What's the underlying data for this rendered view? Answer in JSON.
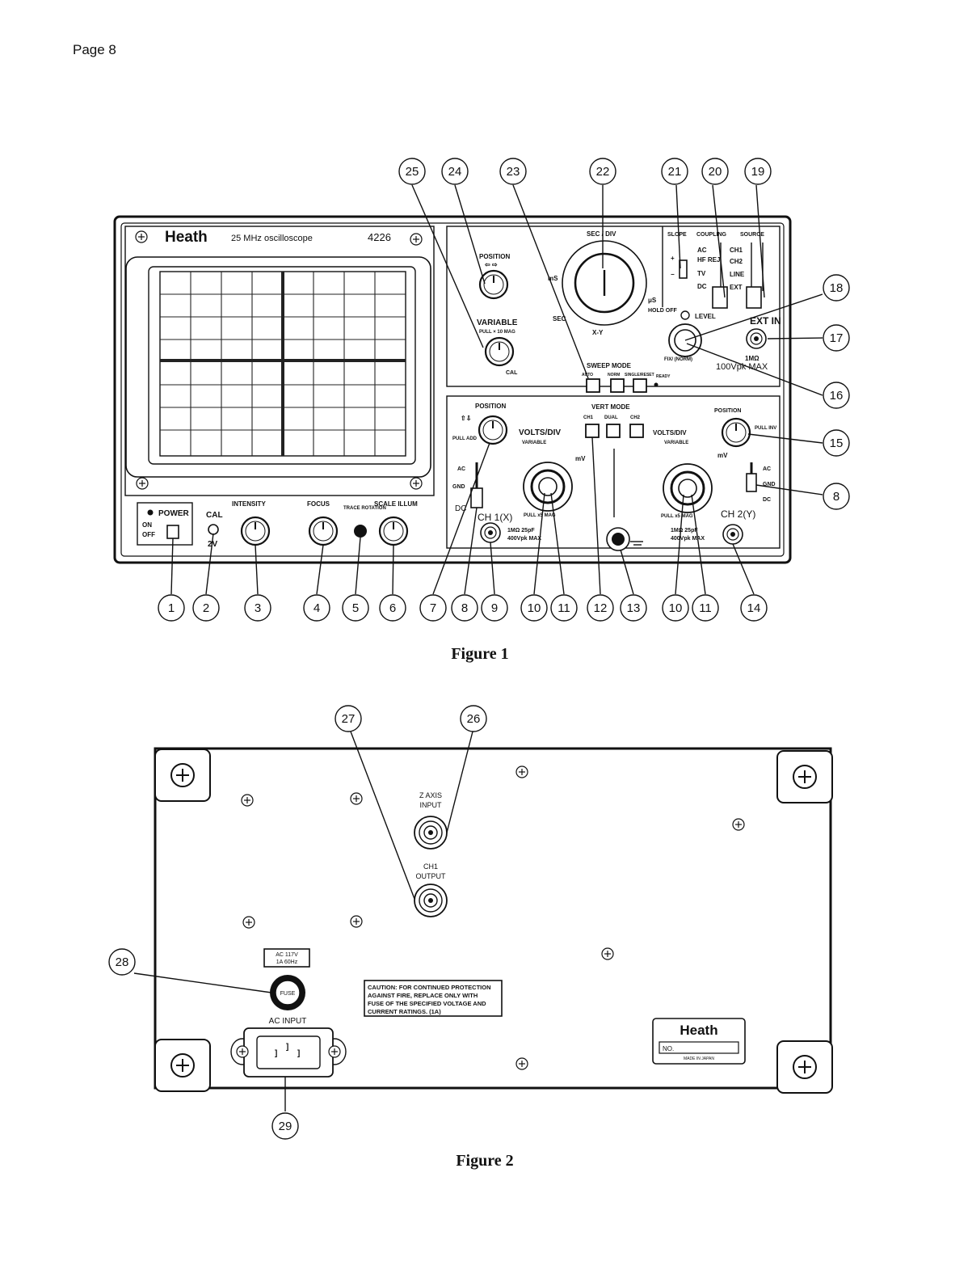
{
  "page": {
    "header": "Page 8"
  },
  "figure1": {
    "caption": "Figure 1",
    "front_panel": {
      "brand": "Heath",
      "model_desc": "25 MHz oscilloscope",
      "model_number": "4226",
      "power_label": "POWER",
      "power_on": "ON",
      "power_off": "OFF",
      "cal_label": "CAL",
      "cal_value": "2V",
      "intensity_label": "INTENSITY",
      "focus_label": "FOCUS",
      "trace_rotation_label": "TRACE ROTATION",
      "scale_illum_label": "SCALE ILLUM",
      "position_label": "POSITION",
      "variable_label": "VARIABLE",
      "pull_mag_label": "PULL × 10 MAG",
      "cal_knob_label": "CAL",
      "sec_div_label": "SEC / DIV",
      "ms_label": "mS",
      "us_label": "μS",
      "sec_label": "SEC",
      "xy_label": "X-Y",
      "sweep_mode_label": "SWEEP MODE",
      "sweep_auto": "AUTO",
      "sweep_norm": "NORM",
      "sweep_single": "SINGLE/RESET",
      "ready_label": "READY",
      "slope_label": "SLOPE",
      "coupling_label": "COUPLING",
      "source_label": "SOURCE",
      "coupling_options": [
        "AC",
        "HF REJ",
        "TV",
        "DC"
      ],
      "source_options": [
        "CH1",
        "CH2",
        "LINE",
        "EXT"
      ],
      "holdoff_label": "HOLD OFF",
      "level_label": "LEVEL",
      "fix_norm_label": "FIX/ (NORM)",
      "ext_in_label": "EXT IN",
      "ext_in_spec_1": "1MΩ",
      "ext_in_spec_2": "100Vpk MAX",
      "vert_mode_label": "VERT MODE",
      "vert_ch1": "CH1",
      "vert_dual": "DUAL",
      "vert_ch2": "CH2",
      "ch1_position_label": "POSITION",
      "pull_add_label": "PULL ADD",
      "volts_div_label": "VOLTS/DIV",
      "volts_variable_label": "VARIABLE",
      "pull_x5_mag": "PULL x5 MAG",
      "coupling_ac": "AC",
      "coupling_gnd": "GND",
      "coupling_dc": "DC",
      "ch1_label": "CH 1(X)",
      "ch1_spec_1": "1MΩ 25pF",
      "ch1_spec_2": "400Vpk MAX",
      "ch2_position_label": "POSITION",
      "pull_inv_label": "PULL INV",
      "ch2_label": "CH 2(Y)",
      "ch2_spec_1": "1MΩ 25pF",
      "ch2_spec_2": "400Vpk MAX",
      "mv_label": "mV"
    },
    "callouts_top": [
      "25",
      "24",
      "23",
      "22",
      "21",
      "20",
      "19"
    ],
    "callouts_right": [
      "18",
      "17",
      "16",
      "15",
      "8"
    ],
    "callouts_bottom": [
      "1",
      "2",
      "3",
      "4",
      "5",
      "6",
      "7",
      "8",
      "9",
      "10",
      "11",
      "12",
      "13",
      "10",
      "11",
      "14"
    ]
  },
  "figure2": {
    "caption": "Figure 2",
    "z_axis_label_1": "Z AXIS",
    "z_axis_label_2": "INPUT",
    "ch1_output_label_1": "CH1",
    "ch1_output_label_2": "OUTPUT",
    "ac_rating_1": "AC 117V",
    "ac_rating_2": "1A 60Hz",
    "fuse_label": "FUSE",
    "ac_input_label": "AC INPUT",
    "caution_lines": [
      "CAUTION: FOR CONTINUED PROTECTION",
      "AGAINST FIRE, REPLACE ONLY WITH",
      "FUSE OF THE SPECIFIED VOLTAGE AND",
      "CURRENT RATINGS. (1A)"
    ],
    "brand": "Heath",
    "serial_label": "NO.",
    "made_in": "MADE IN JAPAN",
    "callouts": [
      "27",
      "26",
      "28",
      "29"
    ]
  }
}
